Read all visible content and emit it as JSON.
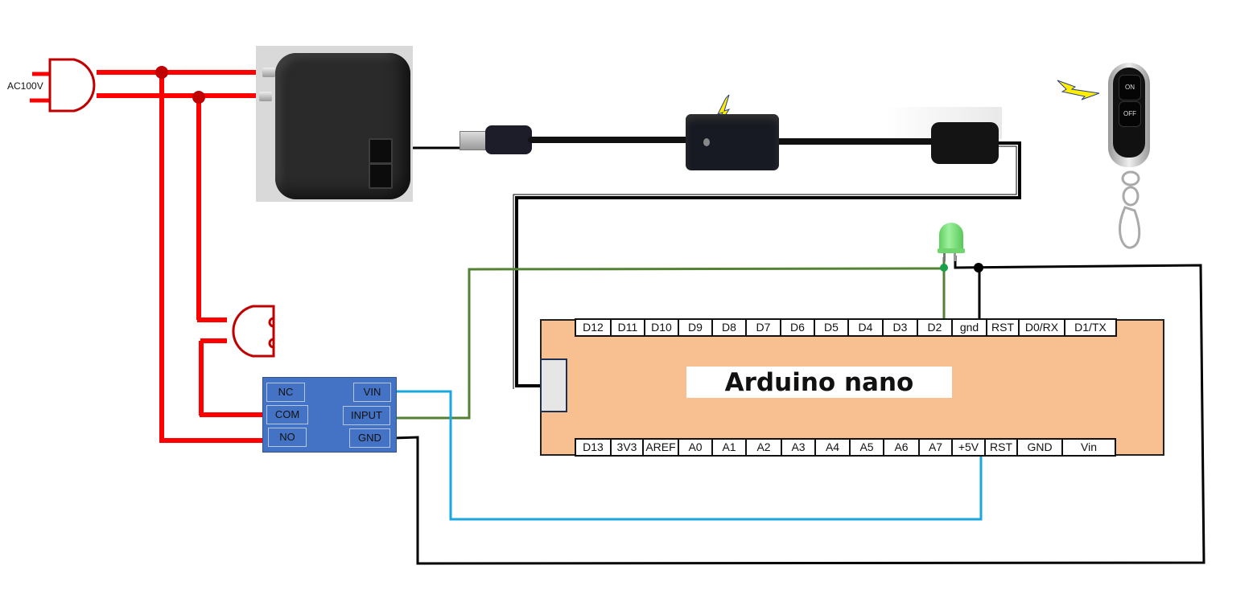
{
  "title": "Arduino nano remote-controlled AC relay wiring diagram",
  "power": {
    "ac_label": "AC100V"
  },
  "components": {
    "usb_adapter": "usb-power-adapter",
    "usb_cable": "usb-cable-with-switch",
    "remote": {
      "on_label": "ON",
      "off_label": "OFF"
    },
    "led_color": "#7fe07f"
  },
  "relay_module": {
    "terminals_left": [
      "NC",
      "COM",
      "NO"
    ],
    "terminals_right": [
      "VIN",
      "INPUT",
      "GND"
    ]
  },
  "arduino": {
    "title": "Arduino nano",
    "top_pins": [
      "D12",
      "D11",
      "D10",
      "D9",
      "D8",
      "D7",
      "D6",
      "D5",
      "D4",
      "D3",
      "D2",
      "gnd",
      "RST",
      "D0/RX",
      "D1/TX"
    ],
    "bottom_pins": [
      "D13",
      "3V3",
      "AREF",
      "A0",
      "A1",
      "A2",
      "A3",
      "A4",
      "A5",
      "A6",
      "A7",
      "+5V",
      "RST",
      "GND",
      "Vin"
    ]
  },
  "colors": {
    "ac_wire": "#ff0000",
    "ac_junction": "#c00000",
    "signal_wire": "#548235",
    "vcc_wire": "#1aa7e0",
    "gnd_wire": "#000000",
    "board": "#f8c090",
    "relay": "#4472c4"
  }
}
